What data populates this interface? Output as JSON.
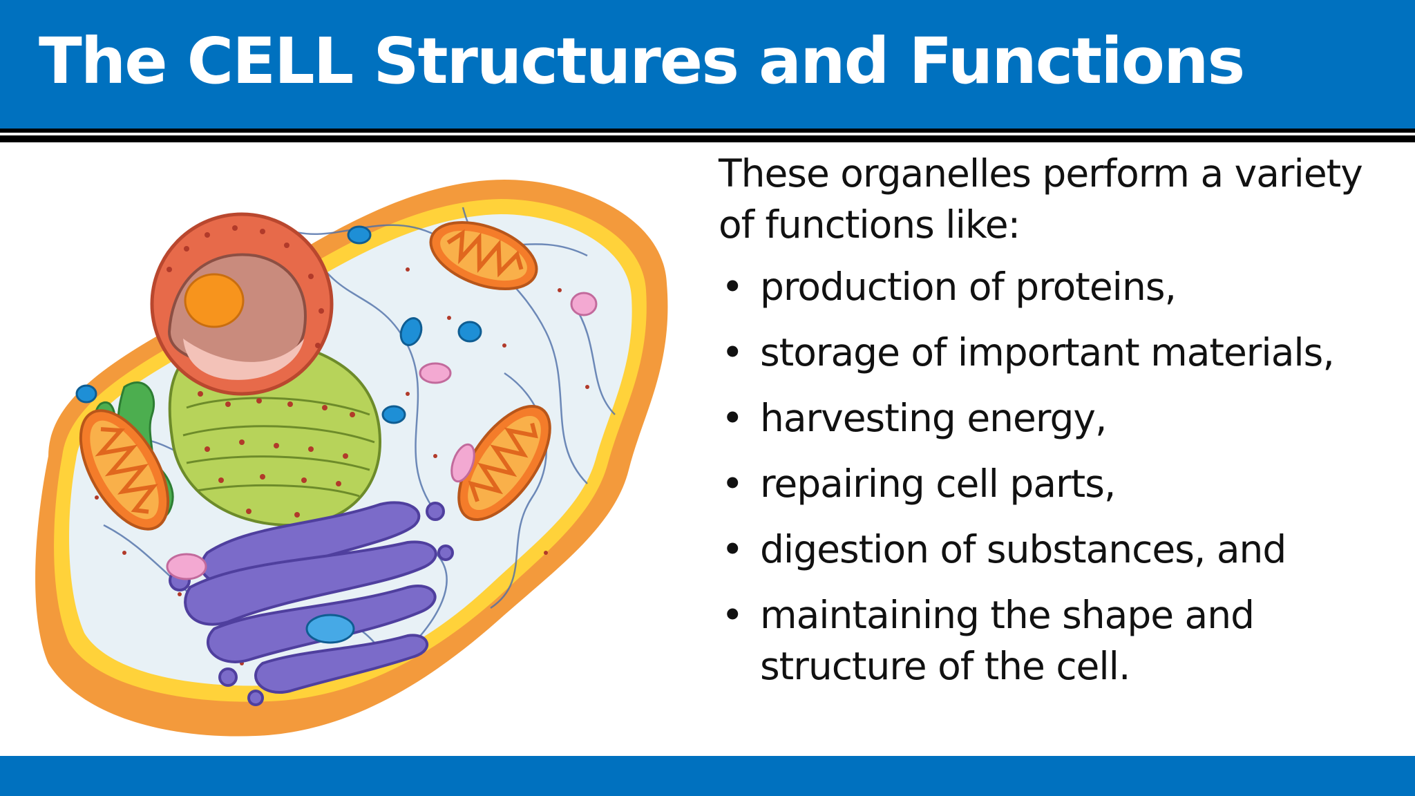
{
  "slide": {
    "title": "The CELL Structures and Functions",
    "intro": "These organelles perform a variety of functions like:",
    "bullets": [
      "production of proteins,",
      "storage of important materials,",
      "harvesting energy,",
      "repairing cell parts,",
      "digestion of substances, and",
      "maintaining the shape and structure of the cell."
    ],
    "bullet_glyph": "•"
  },
  "illustration": {
    "subject": "animal-cell-diagram",
    "colors": {
      "membrane_outer": "#f39a3c",
      "membrane_rim": "#ffd23a",
      "cytoplasm": "#e8f1f6",
      "nucleus_envelope": "#e76a4a",
      "nucleus_interior": "#c98b7d",
      "nucleolus": "#f7941d",
      "rough_er": "#b7d35a",
      "smooth_er": "#4cae4f",
      "golgi": "#7b6bc9",
      "mitochondria": "#f47c2a",
      "vesicle_blue": "#1e8fd6",
      "vesicle_pink": "#f3a9d2",
      "cytoskeleton": "#4e6fa8",
      "ribosome": "#b13a2a"
    }
  },
  "theme": {
    "header_bg": "#0071bf",
    "header_text": "#ffffff",
    "rule": "#000000",
    "footer_bg": "#0071bf",
    "body_text": "#111111"
  }
}
